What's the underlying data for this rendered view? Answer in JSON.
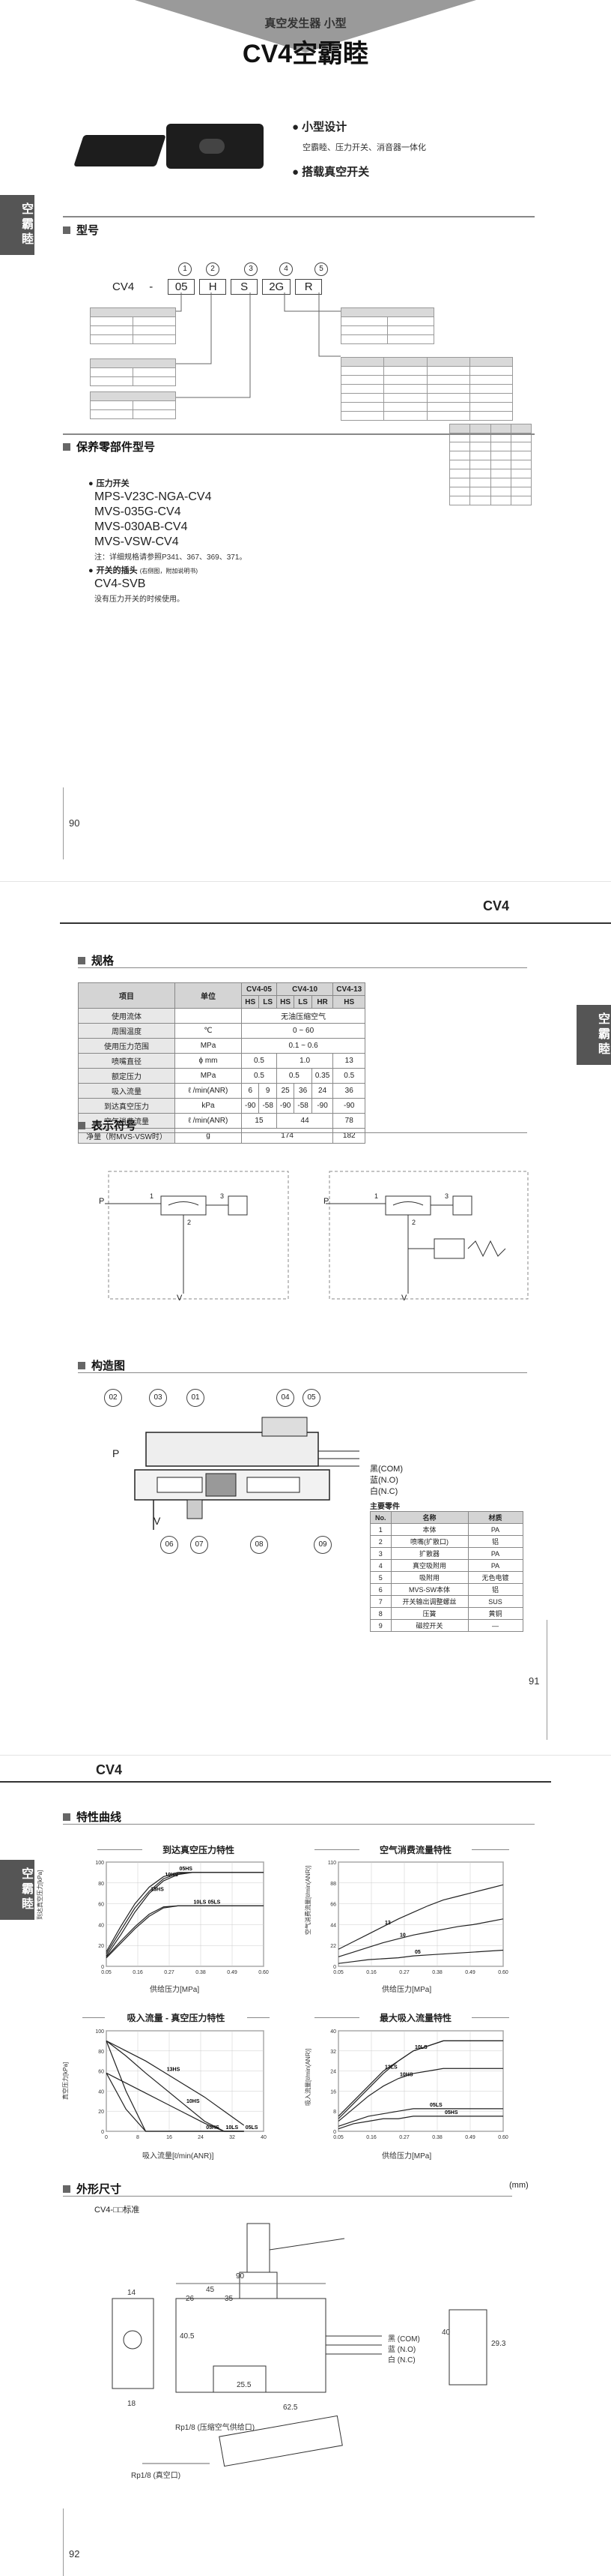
{
  "page1": {
    "header_subtitle": "真空发生器 小型",
    "header_title": "CV4空霸睦",
    "side_tab": "空霸睦",
    "features": [
      "小型设计",
      "搭载真空开关"
    ],
    "feature_desc": "空霸睦、压力开关、消音器一体化",
    "model_section": "型号",
    "model_code": {
      "prefix": "CV4",
      "dash": "-",
      "parts": [
        "05",
        "H",
        "S",
        "2G",
        "R"
      ],
      "numbers": [
        "1",
        "2",
        "3",
        "4",
        "5"
      ]
    },
    "accessories_section": "保养零部件型号",
    "pressure_switch_heading": "压力开关",
    "accessories": [
      "MPS-V23C-NGA-CV4",
      "MVS-035G-CV4",
      "MVS-030AB-CV4",
      "MVS-VSW-CV4"
    ],
    "accessory_note": "注：详细规格请参照P341、367、369、371。",
    "switch_head_heading": "开关的插头",
    "switch_head_suffix": "(右侧图，附加说明书)",
    "switch_head_part": "CV4-SVB",
    "switch_head_note": "没有压力开关的时候使用。",
    "page_number": "90"
  },
  "page2": {
    "page_label": "CV4",
    "side_tab": "空霸睦",
    "spec_section": "规格",
    "spec_table": {
      "header_item": "项目",
      "header_unit": "单位",
      "groups": [
        "CV4-05",
        "CV4-10",
        "CV4-13"
      ],
      "subheaders": [
        "HS",
        "LS",
        "HS",
        "LS",
        "HR",
        "HS"
      ],
      "rows": [
        {
          "item": "使用流体",
          "unit": "",
          "values": [
            "无油压缩空气"
          ]
        },
        {
          "item": "周围温度",
          "unit": "℃",
          "values": [
            "0 ~ 60"
          ]
        },
        {
          "item": "使用压力范围",
          "unit": "MPa",
          "values": [
            "0.1 ~ 0.6"
          ]
        },
        {
          "item": "喷嘴直径",
          "unit": "ϕ mm",
          "values": [
            "0.5",
            "1.0",
            "13"
          ]
        },
        {
          "item": "额定压力",
          "unit": "MPa",
          "values": [
            "0.5",
            "0.5",
            "0.35",
            "0.5"
          ]
        },
        {
          "item": "吸入流量",
          "unit": "ℓ /min(ANR)",
          "values": [
            "6",
            "9",
            "25",
            "36",
            "24",
            "36"
          ]
        },
        {
          "item": "到达真空压力",
          "unit": "kPa",
          "values": [
            "-90",
            "-58",
            "-90",
            "-58",
            "-90",
            "-90"
          ]
        },
        {
          "item": "空气消费流量",
          "unit": "ℓ /min(ANR)",
          "values": [
            "15",
            "44",
            "78"
          ]
        },
        {
          "item": "净量（附MVS-VSW时）",
          "unit": "g",
          "values": [
            "174",
            "182"
          ]
        }
      ]
    },
    "symbol_section": "表示符号",
    "symbol_labels": {
      "p": "P",
      "v": "V",
      "one": "1",
      "two": "2",
      "three": "3"
    },
    "structure_section": "构造图",
    "structure_callouts": [
      "02",
      "03",
      "01",
      "04",
      "05",
      "06",
      "07",
      "08",
      "09"
    ],
    "structure_letters": [
      "P",
      "V"
    ],
    "wire_labels": [
      "黑(COM)",
      "蓝(N.O)",
      "白(N.C)"
    ],
    "parts_heading": "主要零件",
    "parts_table": {
      "headers": [
        "No.",
        "名称",
        "材质"
      ],
      "rows": [
        [
          "1",
          "本体",
          "PA"
        ],
        [
          "2",
          "喷嘴(扩散口)",
          "铝"
        ],
        [
          "3",
          "扩散器",
          "PA"
        ],
        [
          "4",
          "真空吸附用",
          "PA"
        ],
        [
          "5",
          "吸附用",
          "无色电镀"
        ],
        [
          "6",
          "MVS-SW本体",
          "铝"
        ],
        [
          "7",
          "开关输出调整螺丝",
          "SUS"
        ],
        [
          "8",
          "压簧",
          "黄铜"
        ],
        [
          "9",
          "磁控开关",
          "—"
        ]
      ]
    },
    "page_number": "91"
  },
  "page3": {
    "page_label": "CV4",
    "side_tab": "空霸睦",
    "charts_section": "特性曲线",
    "charts": [
      {
        "title": "到达真空压力特性",
        "ylabel": "到达真空压力[kPa]",
        "xlabel": "供给压力[MPa]"
      },
      {
        "title": "空气消费流量特性",
        "ylabel": "空气消费流量[ℓ/min(ANR)]",
        "xlabel": "供给压力[MPa]"
      },
      {
        "title": "吸入流量 - 真空压力特性",
        "ylabel": "真空压力[kPa]",
        "xlabel": "吸入流量[ℓ/min(ANR)]"
      },
      {
        "title": "最大吸入流量特性",
        "ylabel": "吸入流量[ℓ/min(ANR)]",
        "xlabel": "供给压力[MPa]"
      }
    ],
    "chart_data": [
      {
        "type": "line",
        "title": "到达真空压力特性",
        "xlabel": "供给压力[MPa]",
        "ylabel": "到达真空压力[kPa]",
        "x": [
          0.05,
          0.1,
          0.15,
          0.2,
          0.25,
          0.3,
          0.35,
          0.4,
          0.45,
          0.5,
          0.55,
          0.6
        ],
        "xlim": [
          0.05,
          0.6
        ],
        "ylim": [
          0,
          100
        ],
        "series": [
          {
            "name": "13HS",
            "values": [
              10,
              30,
              52,
              70,
              82,
              88,
              90,
              90,
              90,
              90,
              90,
              90
            ]
          },
          {
            "name": "10HS",
            "values": [
              12,
              34,
              56,
              72,
              84,
              89,
              90,
              90,
              90,
              90,
              90,
              90
            ]
          },
          {
            "name": "05HS",
            "values": [
              14,
              38,
              60,
              76,
              86,
              90,
              90,
              90,
              90,
              90,
              90,
              90
            ]
          },
          {
            "name": "10LS",
            "values": [
              8,
              22,
              36,
              48,
              56,
              58,
              58,
              58,
              58,
              58,
              58,
              58
            ]
          },
          {
            "name": "05LS",
            "values": [
              9,
              24,
              38,
              50,
              57,
              58,
              58,
              58,
              58,
              58,
              58,
              58
            ]
          }
        ]
      },
      {
        "type": "line",
        "title": "空气消费流量特性",
        "xlabel": "供给压力[MPa]",
        "ylabel": "空气消费流量[ℓ/min(ANR)]",
        "x": [
          0.05,
          0.1,
          0.15,
          0.2,
          0.25,
          0.3,
          0.35,
          0.4,
          0.45,
          0.5,
          0.55,
          0.6
        ],
        "xlim": [
          0.05,
          0.6
        ],
        "ylim": [
          0,
          110
        ],
        "series": [
          {
            "name": "13",
            "values": [
              18,
              26,
              34,
              42,
              50,
              57,
              64,
              70,
              74,
              78,
              82,
              86
            ]
          },
          {
            "name": "10",
            "values": [
              10,
              15,
              20,
              25,
              29,
              33,
              36,
              39,
              42,
              44,
              47,
              50
            ]
          },
          {
            "name": "05",
            "values": [
              3,
              5,
              7,
              8,
              9,
              11,
              12,
              13,
              14,
              15,
              16,
              17
            ]
          }
        ]
      },
      {
        "type": "line",
        "title": "吸入流量 - 真空压力特性",
        "xlabel": "吸入流量[ℓ/min(ANR)]",
        "ylabel": "真空压力[kPa]",
        "x": [
          0,
          5,
          10,
          15,
          20,
          25,
          30,
          35
        ],
        "xlim": [
          0,
          40
        ],
        "ylim": [
          0,
          100
        ],
        "series": [
          {
            "name": "13HS",
            "values": [
              90,
              80,
              70,
              58,
              46,
              34,
              20,
              6
            ]
          },
          {
            "name": "10HS",
            "values": [
              90,
              75,
              58,
              42,
              26,
              10,
              0,
              0
            ]
          },
          {
            "name": "05HS",
            "values": [
              90,
              40,
              0,
              0,
              0,
              0,
              0,
              0
            ]
          },
          {
            "name": "10LS",
            "values": [
              58,
              48,
              38,
              28,
              18,
              8,
              0,
              0
            ]
          },
          {
            "name": "05LS",
            "values": [
              58,
              22,
              0,
              0,
              0,
              0,
              0,
              0
            ]
          }
        ]
      },
      {
        "type": "line",
        "title": "最大吸入流量特性",
        "xlabel": "供给压力[MPa]",
        "ylabel": "吸入流量[ℓ/min(ANR)]",
        "x": [
          0.05,
          0.1,
          0.15,
          0.2,
          0.25,
          0.3,
          0.35,
          0.4,
          0.45,
          0.5,
          0.55,
          0.6
        ],
        "xlim": [
          0.05,
          0.6
        ],
        "ylim": [
          0,
          40
        ],
        "series": [
          {
            "name": "13LS",
            "values": [
              6,
              12,
              18,
              24,
              28,
              32,
              34,
              36,
              36,
              36,
              36,
              36
            ]
          },
          {
            "name": "10HS",
            "values": [
              4,
              9,
              14,
              18,
              21,
              23,
              24,
              25,
              25,
              25,
              25,
              25
            ]
          },
          {
            "name": "10LS",
            "values": [
              5,
              11,
              17,
              23,
              28,
              32,
              34,
              36,
              36,
              36,
              36,
              36
            ]
          },
          {
            "name": "05LS",
            "values": [
              2,
              4,
              6,
              7,
              8,
              9,
              9,
              9,
              9,
              9,
              9,
              9
            ]
          },
          {
            "name": "05HS",
            "values": [
              1,
              3,
              4,
              5,
              5,
              6,
              6,
              6,
              6,
              6,
              6,
              6
            ]
          }
        ]
      }
    ],
    "dims_section": "外形尺寸",
    "dims_unit": "(mm)",
    "dims_model": "CV4-□□标准",
    "dims_values": [
      "90",
      "45",
      "35",
      "26",
      "14",
      "25.5",
      "62.5",
      "40.5",
      "40",
      "29.3",
      "18"
    ],
    "dims_wires": [
      "黑 (COM)",
      "蓝 (N.O)",
      "白 (N.C)"
    ],
    "dims_notes": [
      "Rp1/8 (压缩空气供给口)",
      "Rp1/8 (真空口)"
    ],
    "page_number": "92"
  }
}
